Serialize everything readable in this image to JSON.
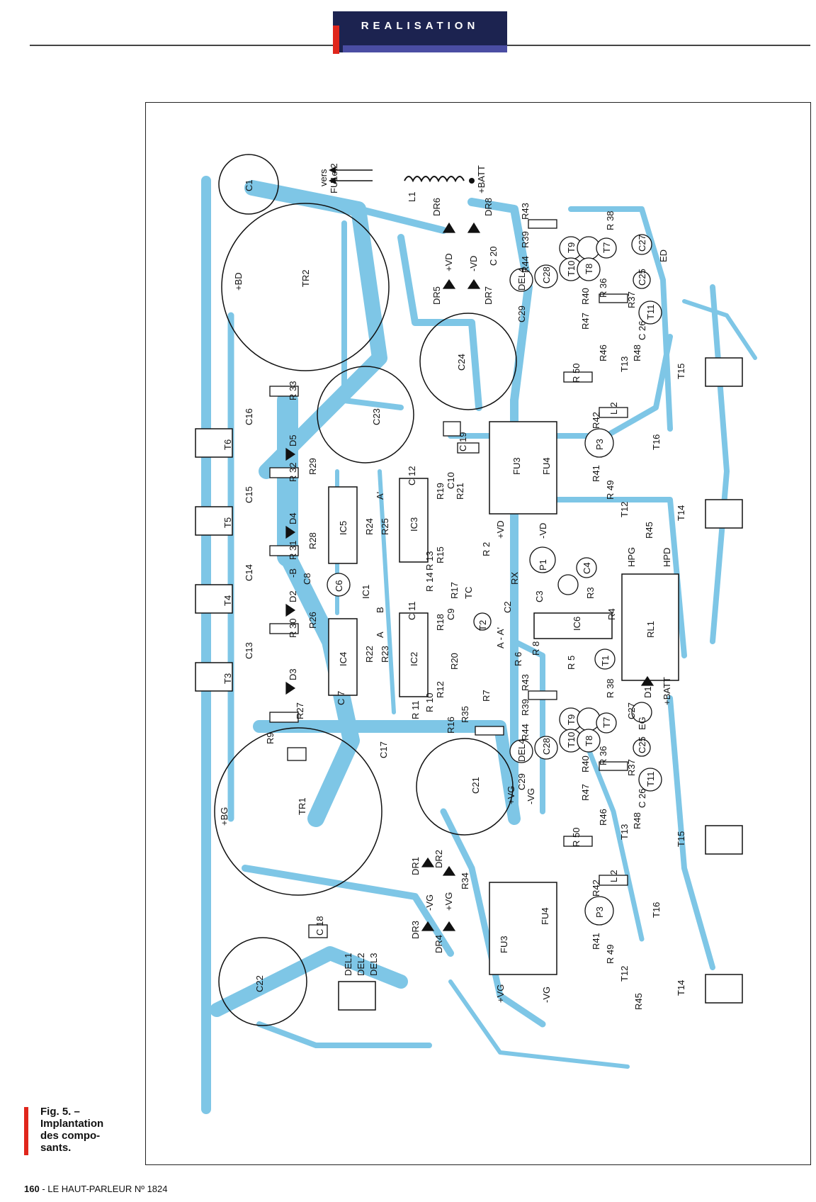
{
  "header": {
    "section": "REALISATION"
  },
  "figure": {
    "caption": "Fig. 5. –\nImplantation\ndes compo-\nsants."
  },
  "footer": {
    "page": "160",
    "publication": "LE HAUT-PARLEUR Nº 1824"
  },
  "colors": {
    "trace": "#7ec6e6",
    "ink": "#111111",
    "accent_red": "#e0261c",
    "header_navy": "#1c2350"
  },
  "schematic_labels": {
    "tr2": "TR2",
    "tr1": "TR1",
    "c1": "C1",
    "c22": "C22",
    "c23": "C23",
    "c24": "C24",
    "c21": "C21",
    "bd": "+BD",
    "bg": "+BG",
    "vers": "vers",
    "fu": "FU1et2",
    "l1": "L1",
    "batt": "+BATT",
    "dr5": "DR5",
    "dr6": "DR6",
    "dr7": "DR7",
    "dr8": "DR8",
    "dr1": "DR1",
    "dr2": "DR2",
    "dr3": "DR3",
    "dr4": "DR4",
    "vd_plus": "+VD",
    "vd_minus": "-VD",
    "vg_plus": "+VG",
    "vg_minus": "-VG",
    "c20": "C 20",
    "c19": "C 19",
    "c17": "C17",
    "c18": "C 18",
    "t3": "T3",
    "t4": "T4",
    "t5": "T5",
    "t6": "T6",
    "c13": "C13",
    "c14": "C14",
    "c15": "C15",
    "c16": "C16",
    "d2": "D2",
    "d3": "D3",
    "d4": "D4",
    "d5": "D5",
    "r26": "R26",
    "r27": "R27",
    "r28": "R28",
    "r29": "R29",
    "r30": "R 30",
    "r31": "R 31",
    "r32": "R 32",
    "r33": "R 33",
    "r9": "R9",
    "c8": "C8",
    "b_minus": "-B",
    "ic2": "IC2",
    "ic3": "IC3",
    "ic4": "IC4",
    "ic5": "IC5",
    "ic6": "IC6",
    "ic1": "IC1",
    "c6": "C6",
    "a": "A",
    "a_prime": "A'",
    "b": "B",
    "tc": "TC",
    "c7": "C 7",
    "c11": "C 11",
    "c12": "C 12",
    "r22": "R22",
    "r23": "R23",
    "r24": "R24",
    "r25": "R25",
    "r10": "R 10",
    "r11": "R 11",
    "r12": "R12",
    "r13": "R 13",
    "r14": "R 14",
    "r15": "R15",
    "r16": "R16",
    "r17": "R17",
    "r18": "R18",
    "r19": "R19",
    "r20": "R20",
    "r21": "R21",
    "r34": "R34",
    "r35": "R35",
    "r7": "R7",
    "c9": "C9",
    "c10": "C10",
    "t2": "T2",
    "t1": "T1",
    "a_a": "A - A'",
    "r2": "R 2",
    "r5": "R 5",
    "r6": "R 6",
    "r8": "R 8",
    "rx": "RX",
    "r3": "R3",
    "r4": "R4",
    "c2": "C2",
    "c3": "C3",
    "c4": "C4",
    "p1": "P1",
    "rl1": "RL1",
    "d1": "D1",
    "hpg": "HPG",
    "hpd": "HPD",
    "fu3": "FU3",
    "fu4": "FU4",
    "t14": "T14",
    "t15": "T15",
    "t16": "T16",
    "t12": "T12",
    "t13": "T13",
    "t7": "T7",
    "t8": "T8",
    "t9": "T9",
    "t10": "T10",
    "t11": "T11",
    "r36": "R 36",
    "r37": "R37",
    "r38": "R 38",
    "r39": "R39",
    "r40": "R40",
    "r41": "R41",
    "r42": "R42",
    "r43": "R43",
    "r44": "R44",
    "r45": "R45",
    "r46": "R46",
    "r47": "R47",
    "r48": "R48",
    "r49": "R 49",
    "r50": "R 50",
    "l2": "L 2",
    "p3": "P3",
    "c25": "C25",
    "c26": "C 26",
    "c27": "C27",
    "c28": "C28",
    "c29": "C29",
    "del4": "DEL4",
    "ed": "ED",
    "eg": "EG",
    "del1": "DEL1",
    "del2": "DEL2",
    "del3": "DEL3"
  }
}
